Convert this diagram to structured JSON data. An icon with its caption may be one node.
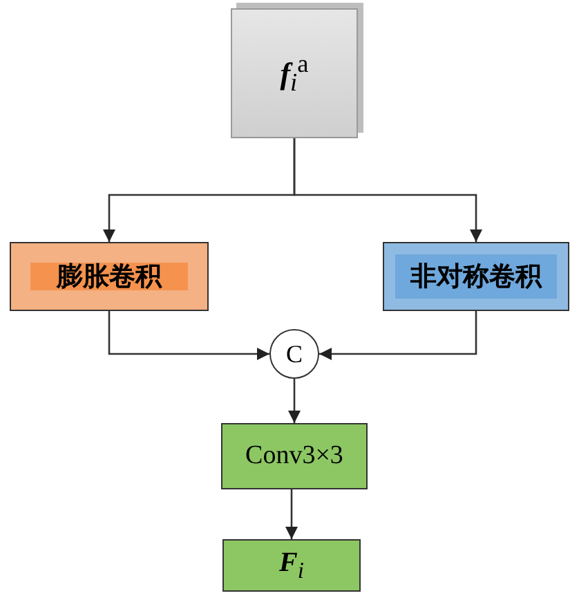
{
  "diagram": {
    "nodes": [
      {
        "text": [
          "**f**$_{i}$$^{a}$"
        ]
      },
      {
        "text": [
          "膨胀卷积"
        ]
      },
      {
        "text": [
          "非对称卷积"
        ]
      },
      {
        "text": [
          "C"
        ]
      },
      {
        "text": [
          "Conv3×3"
        ]
      },
      {
        "text": [
          "**F**$_{i}$"
        ]
      }
    ],
    "edges": [
      {
        "from": 0,
        "to": 1,
        "arrow": "to"
      },
      {
        "from": 0,
        "to": 2,
        "arrow": "to"
      },
      {
        "from": 1,
        "to": 3,
        "arrow": "to"
      },
      {
        "from": 2,
        "to": 3,
        "arrow": "to"
      },
      {
        "from": 3,
        "to": 4,
        "arrow": "to"
      },
      {
        "from": 4,
        "to": 5,
        "arrow": "to"
      }
    ]
  }
}
